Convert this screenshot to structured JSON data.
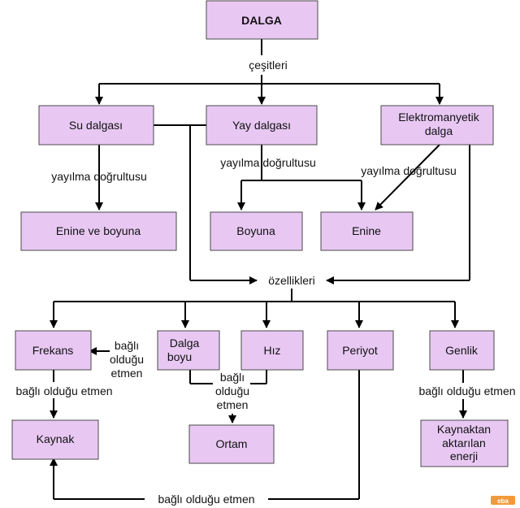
{
  "nodes": {
    "dalga": "DALGA",
    "su_dalgasi": "Su dalgası",
    "yay_dalgasi": "Yay dalgası",
    "elektromanyetik_1": "Elektromanyetik",
    "elektromanyetik_2": "dalga",
    "enine_ve_boyuna": "Enine ve boyuna",
    "boyuna": "Boyuna",
    "enine": "Enine",
    "frekans": "Frekans",
    "dalga_boyu_1": "Dalga",
    "dalga_boyu_2": "boyu",
    "hiz": "Hız",
    "periyot": "Periyot",
    "genlik": "Genlik",
    "kaynak": "Kaynak",
    "ortam": "Ortam",
    "enerji_1": "Kaynaktan",
    "enerji_2": "aktarılan",
    "enerji_3": "enerji"
  },
  "labels": {
    "cesitleri": "çeşitleri",
    "yayilma_su": "yayılma doğrultusu",
    "yayilma_yay": "yayılma doğrultusu",
    "yayilma_em": "yayılma doğrultusu",
    "ozellikleri": "özellikleri",
    "bagli_frekans_1": "bağlı",
    "bagli_frekans_2": "olduğu",
    "bagli_frekans_3": "etmen",
    "bagli_ortam_1": "bağlı",
    "bagli_ortam_2": "olduğu",
    "bagli_ortam_3": "etmen",
    "bagli_kaynak": "bağlı olduğu etmen",
    "bagli_genlik": "bağlı olduğu etmen",
    "bagli_periyot": "bağlı olduğu etmen"
  },
  "logo": "eba",
  "colors": {
    "box_fill": "#e8c8f3",
    "box_stroke": "#4a4a4a",
    "logo": "#f29a3b"
  }
}
